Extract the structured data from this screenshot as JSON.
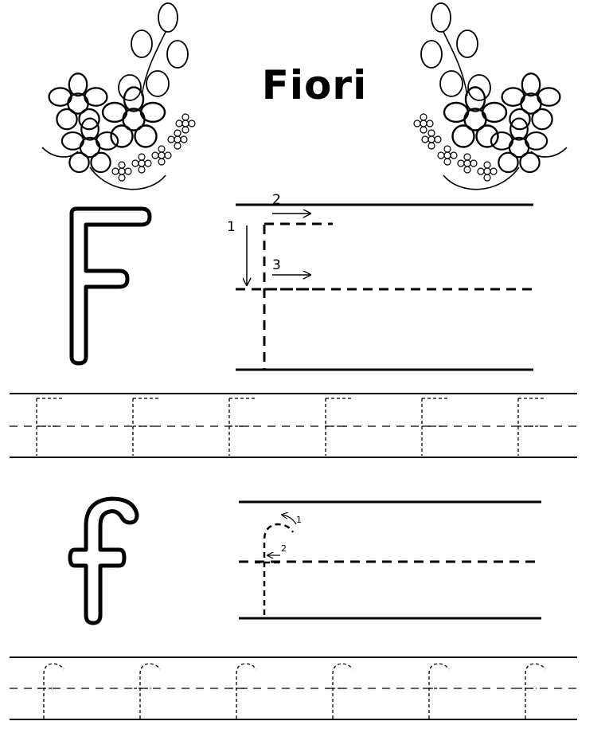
{
  "worksheet": {
    "title": "Fiori",
    "uppercase_steps": [
      "1",
      "2",
      "3"
    ],
    "lowercase_steps": [
      "1",
      "2"
    ],
    "practice_repeats_upper": 6,
    "practice_repeats_lower": 6
  }
}
